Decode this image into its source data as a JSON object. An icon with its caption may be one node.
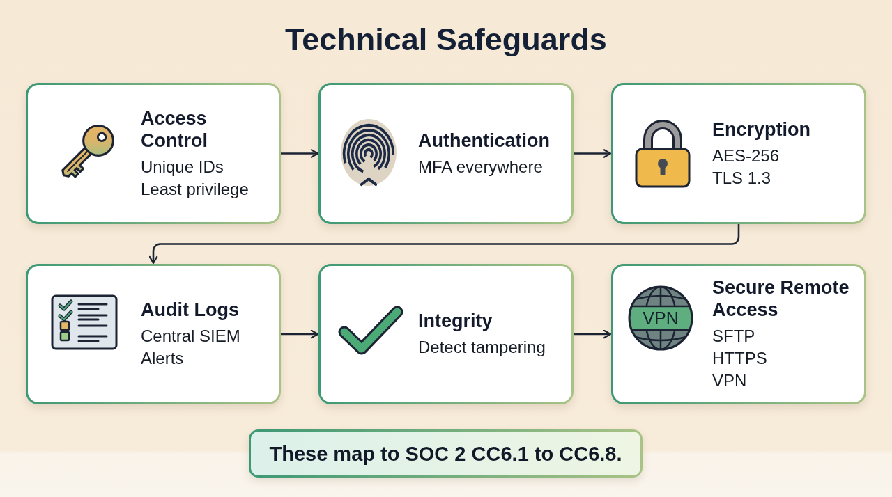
{
  "diagram": {
    "title": "Technical Safeguards",
    "nodes": [
      {
        "text": [
          "Access Control",
          "Unique IDs",
          "Least privilege"
        ]
      },
      {
        "text": [
          "Authentication",
          "MFA everywhere"
        ]
      },
      {
        "text": [
          "Encryption",
          "AES-256",
          "TLS 1.3"
        ]
      },
      {
        "text": [
          "Audit Logs",
          "Central SIEM",
          "Alerts"
        ]
      },
      {
        "text": [
          "Integrity",
          "Detect tampering"
        ]
      },
      {
        "text": [
          "Secure Remote Access",
          "SFTP",
          "HTTPS",
          "VPN"
        ]
      },
      {
        "text": [
          "These map to SOC 2 CC6.1 to CC6.8."
        ]
      }
    ],
    "edges": [
      {
        "from": 0,
        "to": 1,
        "arrow": "to"
      },
      {
        "from": 1,
        "to": 2,
        "arrow": "to"
      },
      {
        "from": 2,
        "to": 3,
        "arrow": "to"
      },
      {
        "from": 3,
        "to": 4,
        "arrow": "to"
      },
      {
        "from": 4,
        "to": 5,
        "arrow": "to"
      }
    ],
    "labels": [
      "VPN"
    ]
  }
}
